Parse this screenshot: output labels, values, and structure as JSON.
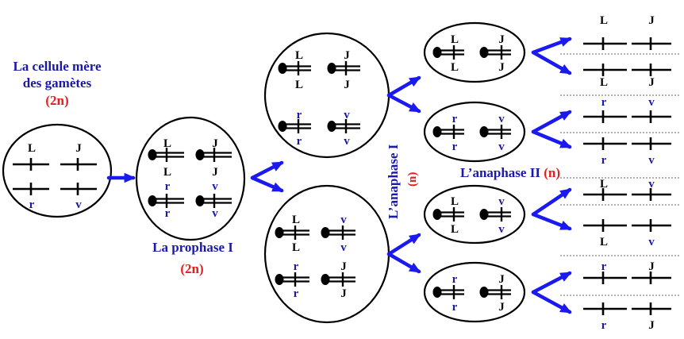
{
  "labels": {
    "mother_cell_line1": "La cellule mère",
    "mother_cell_line2": "des gamètes",
    "mother_cell_ploidy": "(2n)",
    "prophase": "La prophase I",
    "prophase_ploidy": "(2n)",
    "anaphase1": "L’anaphase I",
    "anaphase1_ploidy": "(n)",
    "anaphase2": "L’anaphase II",
    "anaphase2_ploidy": "(n)"
  },
  "alleles": {
    "L": "L",
    "J": "J",
    "r": "r",
    "v": "v"
  },
  "colors": {
    "arrow": "#1a1af0",
    "title_blue": "#1a1aa6",
    "ploidy_red": "#e0201e",
    "allele_black": "#000000",
    "allele_blue": "#1a1aa6"
  }
}
